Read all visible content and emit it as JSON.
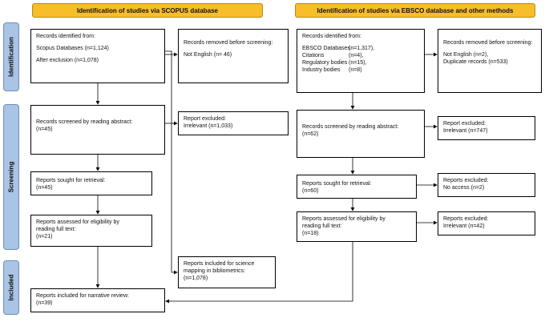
{
  "headers": {
    "left": "Identification of studies via SCOPUS database",
    "right": "Identification of studies via EBSCO database and other methods"
  },
  "phases": {
    "identification": "Identification",
    "screening": "Screening",
    "included": "Included"
  },
  "scopus": {
    "identified": {
      "title": "Records identified from:",
      "line1": "Scopus Databases (n=1,124)",
      "line2": "After exclusion (n=1,078)"
    },
    "removed": {
      "title": "Records removed before screening:",
      "line1": "Not English (n= 46)"
    },
    "screened": {
      "line1": "Records screened by reading abstract:",
      "line2": "(n=45)"
    },
    "excluded": {
      "line1": "Report excluded:",
      "line2": "Irrelevant (n=1,033)"
    },
    "sought": {
      "line1": "Reports sought for retrieval:",
      "line2": "(n=45)"
    },
    "assessed": {
      "line1": "Reports assessed for eligibility by",
      "line2": "reading full text:",
      "line3": "(n=21)"
    },
    "science": {
      "line1": "Reports included for science",
      "line2": "mapping in bibliometrics:",
      "line3": "(n=1,078)"
    },
    "narrative": {
      "line1": "Reports included for narrative review:",
      "line2": "(n=39)"
    }
  },
  "ebsco": {
    "identified": {
      "title": "Records identified from:",
      "rows": [
        {
          "label": "EBSCO Databases",
          "value": "(n=1,317),"
        },
        {
          "label": "Citations",
          "value": "(n=4),"
        },
        {
          "label": "Regulatory bodies",
          "value": "(n=15),"
        },
        {
          "label": "Industry bodies",
          "value": "(n=8)"
        }
      ]
    },
    "removed": {
      "title": "Records removed before screening:",
      "line1": "Not English (n=2),",
      "line2": "Duplicate records (n=533)"
    },
    "screened": {
      "line1": "Records screened by reading abstract:",
      "line2": "(n=62)"
    },
    "excluded": {
      "line1": "Report excluded:",
      "line2": "Irrelevant (n=747)"
    },
    "sought": {
      "line1": "Reports sought for retrieval:",
      "line2": "(n=60)"
    },
    "noaccess": {
      "line1": "Reports excluded:",
      "line2": "No access (n=2)"
    },
    "assessed": {
      "line1": "Reports assessed for eligibility by",
      "line2": "reading full text:",
      "line3": "(n=18)"
    },
    "irrelevant": {
      "line1": "Reports excluded:",
      "line2": "Irrelevant (n=42)"
    }
  }
}
